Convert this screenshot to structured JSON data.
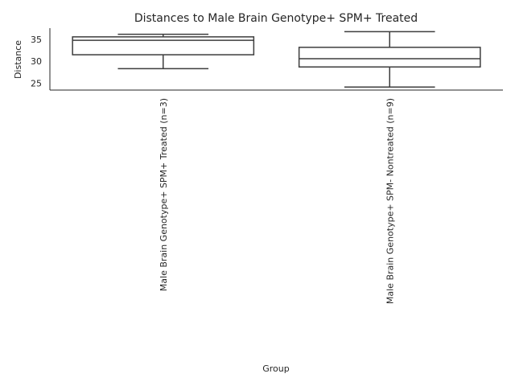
{
  "chart_data": {
    "type": "box",
    "title": "Distances to Male Brain Genotype+ SPM+ Treated",
    "xlabel": "Group",
    "ylabel": "Distance",
    "ylim": [
      23.4,
      37.6
    ],
    "yticks": [
      25,
      30,
      35
    ],
    "grid": false,
    "categories": [
      "Male Brain Genotype+ SPM+ Treated (n=3)",
      "Male Brain Genotype+ SPM- Nontreated (n=9)"
    ],
    "boxes": [
      {
        "whisker_low": 28.3,
        "q1": 31.5,
        "median": 34.8,
        "q3": 35.6,
        "whisker_high": 36.2
      },
      {
        "whisker_low": 24.1,
        "q1": 28.7,
        "median": 30.6,
        "q3": 33.2,
        "whisker_high": 36.8
      }
    ]
  }
}
